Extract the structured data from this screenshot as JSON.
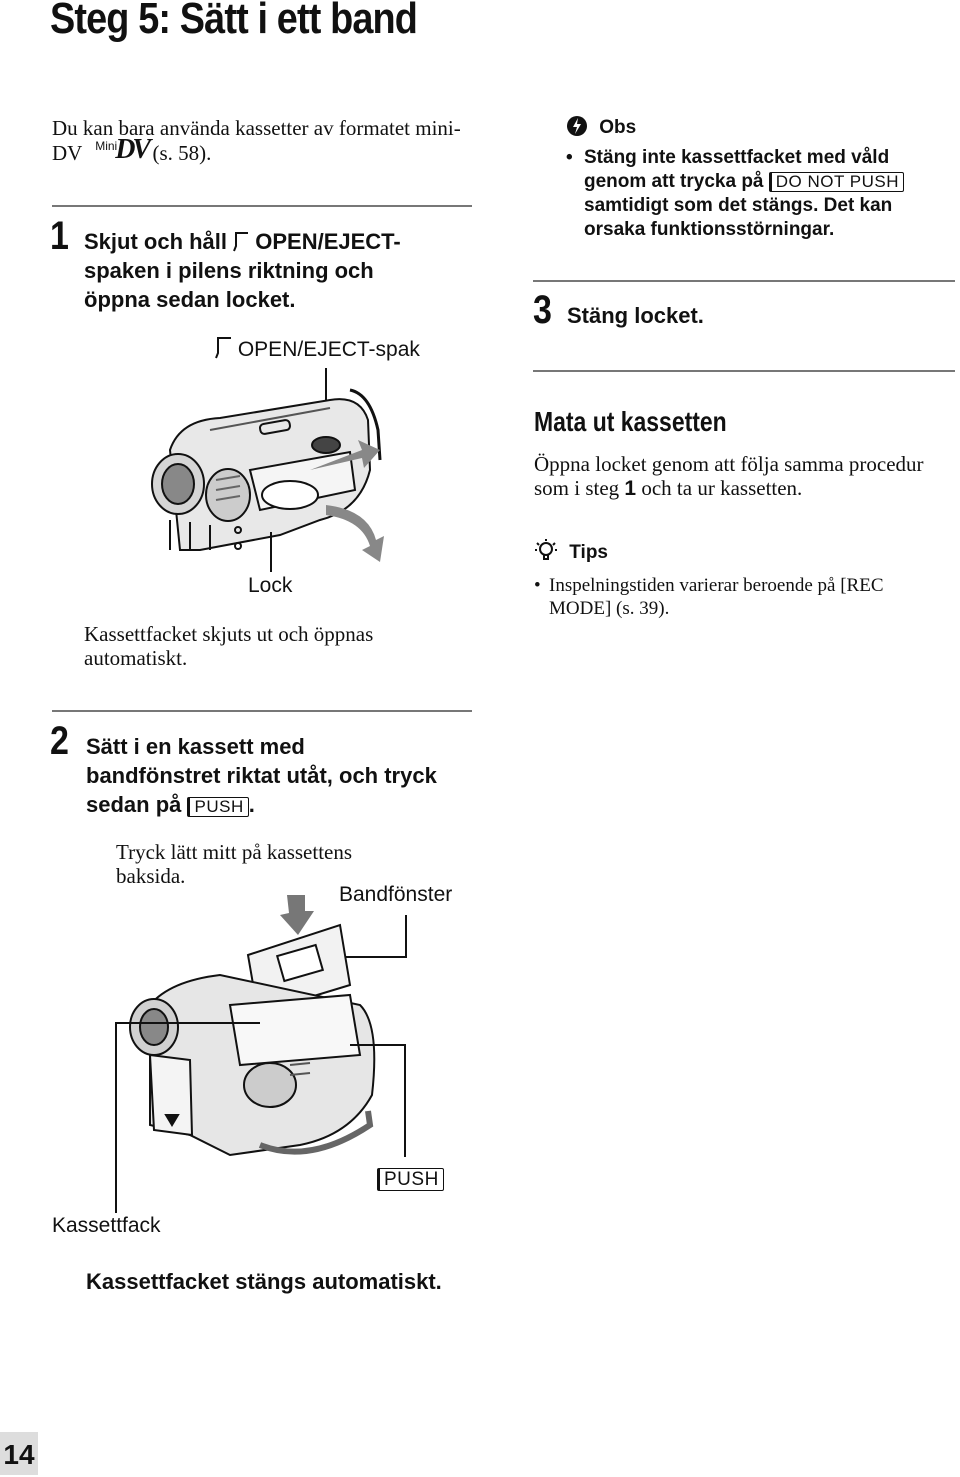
{
  "page": {
    "title": "Steg 5: Sätt i ett band",
    "number": "14"
  },
  "intro": {
    "text_before": "Du kan bara använda kassetter av formatet mini-DV ",
    "logo_mini": "Mini",
    "logo_dv": "DV",
    "text_after": " (s. 58)."
  },
  "step1": {
    "number": "1",
    "line1_a": "Skjut och håll ",
    "line1_b": " OPEN/EJECT-",
    "line2": "spaken i pilens riktning och",
    "line3": "öppna sedan locket.",
    "callout_lever": "OPEN/EJECT-spak",
    "callout_lid": "Lock",
    "note": "Kassettfacket skjuts ut och öppnas automatiskt."
  },
  "step2": {
    "number": "2",
    "line1": "Sätt i en kassett med",
    "line2": "bandfönstret riktat utåt, och tryck",
    "line3_a": "sedan på ",
    "push_key": "PUSH",
    "line3_b": ".",
    "hint": "Tryck lätt mitt på kassettens baksida.",
    "callout_window": "Bandfönster",
    "callout_push": "PUSH",
    "callout_compartment": "Kassettfack",
    "result": "Kassettfacket stängs automatiskt."
  },
  "obs": {
    "heading": "Obs",
    "bullet_a": "Stäng inte kassettfacket med våld genom att trycka på ",
    "key": "DO NOT PUSH",
    "bullet_b": " samtidigt som det stängs. Det kan orsaka funktionsstörningar."
  },
  "step3": {
    "number": "3",
    "text": "Stäng locket."
  },
  "eject": {
    "heading": "Mata ut kassetten",
    "text_a": "Öppna locket genom att följa samma procedur som i steg ",
    "step_ref": "1",
    "text_b": " och ta ur kassetten."
  },
  "tips": {
    "heading": "Tips",
    "bullet": "Inspelningstiden varierar beroende på [REC MODE] (s. 39)."
  },
  "icons": {
    "obs": "obs-icon",
    "tips": "tips-lightbulb-icon",
    "lever": "lever-symbol-icon"
  }
}
